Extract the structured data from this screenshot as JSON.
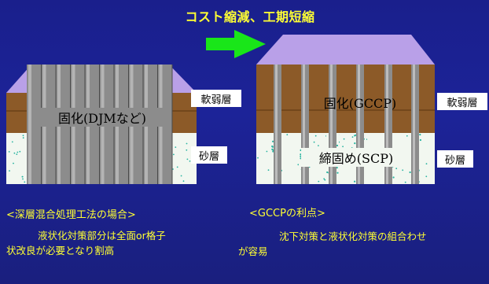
{
  "headline": "コスト縮減、工期短縮",
  "colors": {
    "background": "#1a1f8c",
    "embankment": "#b9a0e8",
    "soft_clay": "#8c5a28",
    "sand": "#f2f7f0",
    "sand_dots": "#28b4a0",
    "pile_gray": "#8c8c8c",
    "arrow": "#19e619",
    "caption_text": "#ffff33"
  },
  "left_diagram": {
    "center_label": "固化(DJMなど)",
    "soft_layer_label": "軟弱層",
    "sand_layer_label": "砂層"
  },
  "right_diagram": {
    "upper_label": "固化(GCCP)",
    "lower_label": "締固め(SCP)",
    "soft_layer_label": "軟弱層",
    "sand_layer_label": "砂層"
  },
  "left_caption": {
    "heading": "<深層混合処理工法の場合>",
    "line1": "液状化対策部分は全面or格子",
    "line2": "状改良が必要となり割高"
  },
  "right_caption": {
    "heading": "<GCCPの利点>",
    "line1": "沈下対策と液状化対策の組合わせ",
    "line2": "が容易"
  }
}
